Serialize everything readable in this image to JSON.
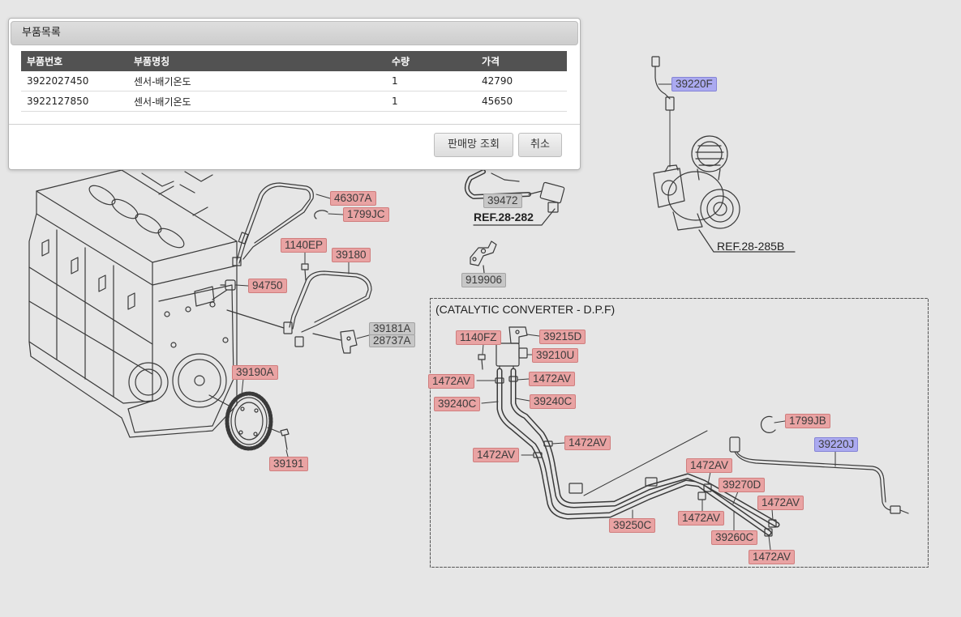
{
  "page": {
    "background": "#e6e6e6"
  },
  "modal": {
    "title": "부품목록",
    "columns": [
      "부품번호",
      "부품명칭",
      "수량",
      "가격"
    ],
    "rows": [
      {
        "part_no": "3922027450",
        "name": "센서-배기온도",
        "qty": "1",
        "price": "42790"
      },
      {
        "part_no": "3922127850",
        "name": "센서-배기온도",
        "qty": "1",
        "price": "45650"
      }
    ],
    "buttons": {
      "dealer_lookup": "판매망 조회",
      "cancel": "취소"
    }
  },
  "diagram": {
    "section_title": "(CATALYTIC CONVERTER - D.P.F)",
    "ref_282": "REF.28-282",
    "ref_285b": "REF.28-285B",
    "colors": {
      "label_red": "#e9a3a3",
      "label_red_border": "#d07d7d",
      "label_gray": "#c7c7c7",
      "label_gray_border": "#a3a3a3",
      "label_blue": "#abaaf0",
      "label_blue_border": "#8584d6",
      "line": "#3a3a3a"
    },
    "labels": [
      {
        "text": "46307A",
        "style": "red"
      },
      {
        "text": "1799JC",
        "style": "red"
      },
      {
        "text": "1140EP",
        "style": "red"
      },
      {
        "text": "39180",
        "style": "red"
      },
      {
        "text": "94750",
        "style": "red"
      },
      {
        "text": "39472",
        "style": "gray"
      },
      {
        "text": "919906",
        "style": "gray"
      },
      {
        "text": "39181A",
        "style": "gray"
      },
      {
        "text": "28737A",
        "style": "gray"
      },
      {
        "text": "39190A",
        "style": "red"
      },
      {
        "text": "39191",
        "style": "red"
      },
      {
        "text": "39220F",
        "style": "blue"
      },
      {
        "text": "1140FZ",
        "style": "red"
      },
      {
        "text": "39215D",
        "style": "red"
      },
      {
        "text": "39210U",
        "style": "red"
      },
      {
        "text": "1472AV",
        "style": "red"
      },
      {
        "text": "1472AV",
        "style": "red"
      },
      {
        "text": "39240C",
        "style": "red"
      },
      {
        "text": "39240C",
        "style": "red"
      },
      {
        "text": "1472AV",
        "style": "red"
      },
      {
        "text": "1472AV",
        "style": "red"
      },
      {
        "text": "1799JB",
        "style": "red"
      },
      {
        "text": "39220J",
        "style": "blue"
      },
      {
        "text": "1472AV",
        "style": "red"
      },
      {
        "text": "39270D",
        "style": "red"
      },
      {
        "text": "1472AV",
        "style": "red"
      },
      {
        "text": "1472AV",
        "style": "red"
      },
      {
        "text": "39250C",
        "style": "red"
      },
      {
        "text": "39260C",
        "style": "red"
      },
      {
        "text": "1472AV",
        "style": "red"
      }
    ]
  }
}
